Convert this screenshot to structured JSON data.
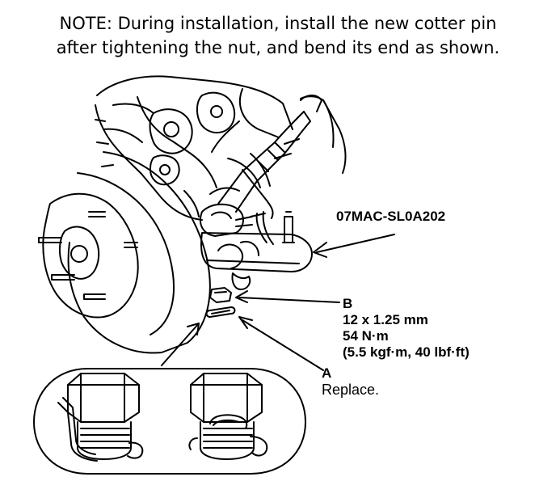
{
  "note": {
    "line1": "NOTE: During installation, install the new cotter pin",
    "line2": "after tightening the nut, and bend its end as shown."
  },
  "tool": {
    "part_number": "07MAC-SL0A202"
  },
  "callout_b": {
    "letter": "B",
    "size": "12 x 1.25 mm",
    "torque_nm": "54 N·m",
    "torque_alt": "(5.5 kgf·m, 40 lbf·ft)"
  },
  "callout_a": {
    "letter": "A",
    "action": "Replace."
  },
  "colors": {
    "ink": "#000000",
    "paper": "#ffffff"
  }
}
